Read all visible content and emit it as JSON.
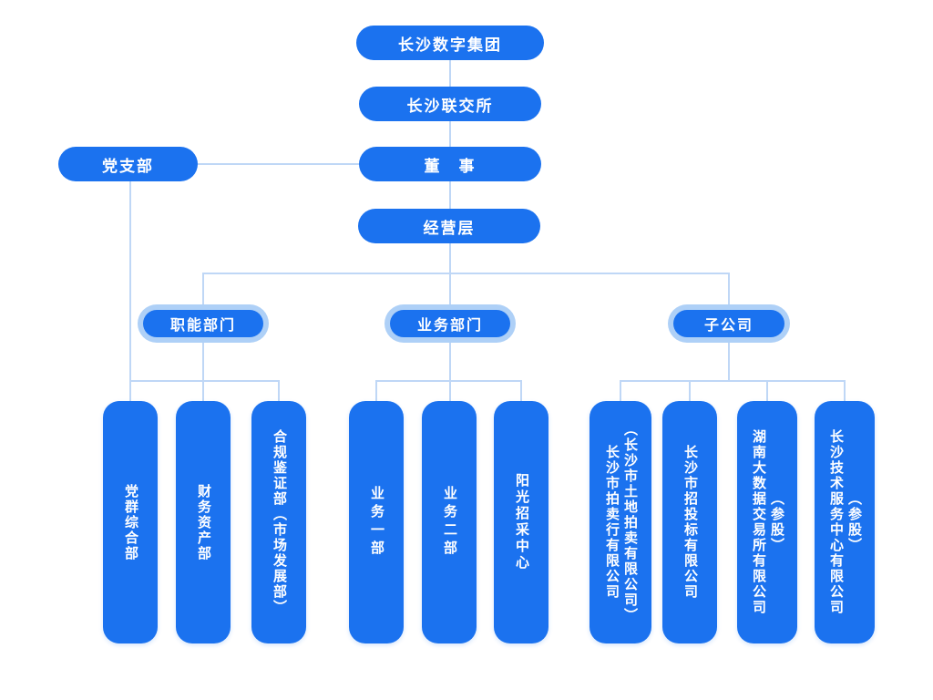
{
  "colors": {
    "node_blue": "#1b72ef",
    "halo_blue": "#aed0f7",
    "connector_blue": "#bfd7f6",
    "label_text": "#ffffff",
    "background": "#ffffff"
  },
  "org": {
    "root": {
      "label": "长沙数字集团"
    },
    "exchange": {
      "label": "长沙联交所"
    },
    "board": {
      "label": "董　事"
    },
    "party": {
      "label": "党支部"
    },
    "management": {
      "label": "经营层"
    },
    "groups": [
      {
        "label": "职能部门",
        "children": [
          {
            "label": "党群综合部"
          },
          {
            "label": "财务资产部"
          },
          {
            "label": "合规鉴证部（市场发展部）"
          }
        ]
      },
      {
        "label": "业务部门",
        "children": [
          {
            "label": "业务一部"
          },
          {
            "label": "业务二部"
          },
          {
            "label": "阳光招采中心"
          }
        ]
      },
      {
        "label": "子公司",
        "children": [
          {
            "label": "长沙市拍卖行有限公司\n（长沙市土地拍卖有限公司）"
          },
          {
            "label": "长沙市招投标有限公司"
          },
          {
            "label": "湖南大数据交易所有限公司\n（参股）"
          },
          {
            "label": "长沙技术服务中心有限公司\n（参股）"
          }
        ]
      }
    ]
  }
}
